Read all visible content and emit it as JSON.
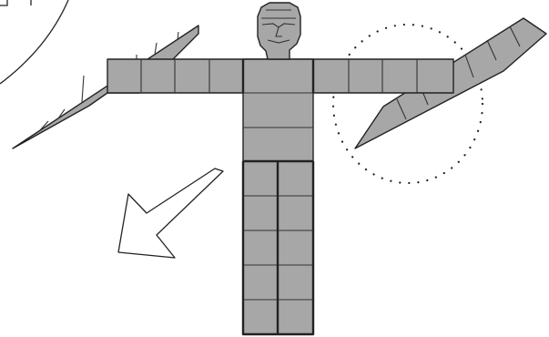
{
  "figure": {
    "parts": [
      "head",
      "shoulder-bar",
      "left-upper-arm",
      "right-upper-arm",
      "torso",
      "left-leg",
      "right-leg"
    ],
    "annotations": [
      "direction-arrow",
      "rotation-circle",
      "partial-circle"
    ],
    "colors": {
      "block_fill": "#a7a7a7",
      "outline": "#222222",
      "background": "#ffffff"
    }
  }
}
